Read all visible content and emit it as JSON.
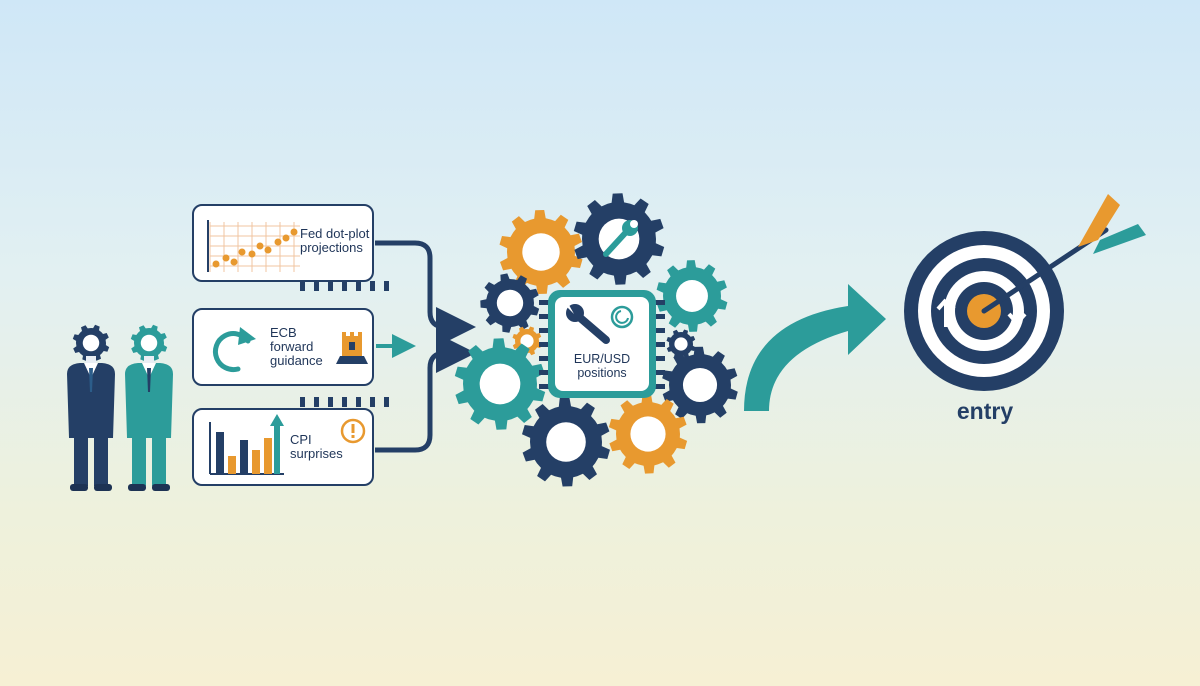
{
  "inputs": [
    {
      "label": "Fed dot-plot\nprojections",
      "icon": "dot-plot-chart-icon"
    },
    {
      "label": "ECB\nforward\nguidance",
      "icon": "curved-arrow-tower-icon"
    },
    {
      "label": "CPI\nsurprises",
      "icon": "bar-chart-alert-icon"
    }
  ],
  "engine": {
    "label": "EUR/USD\npositions",
    "icon": "wrench-gears-chip-icon"
  },
  "outcome": {
    "label": "entry",
    "icon": "target-arrow-icon"
  },
  "colors": {
    "navy": "#243f66",
    "teal": "#2c9c9a",
    "orange": "#e8992f",
    "background_top": "#cfe7f7",
    "background_bottom": "#f6f0d4"
  }
}
